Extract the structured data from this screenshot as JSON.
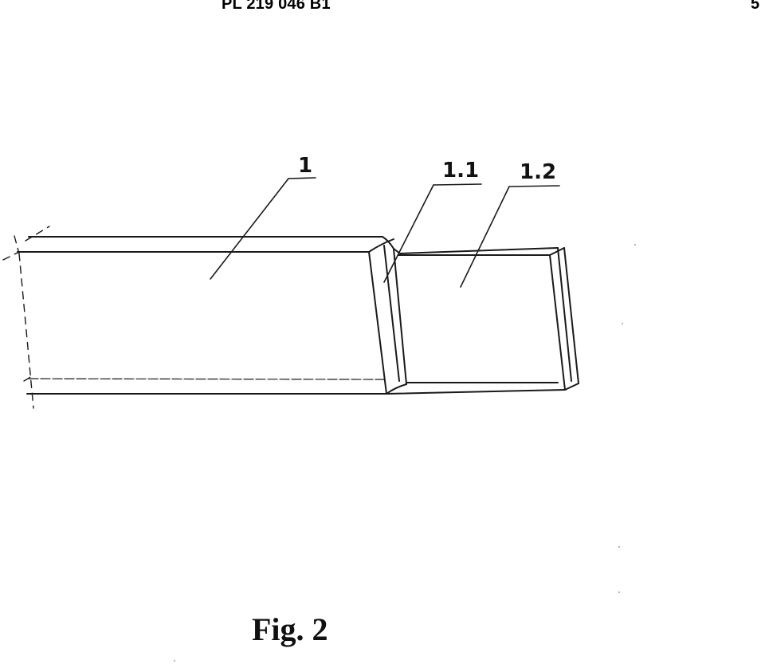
{
  "header": {
    "patent_number": "PL 219 046 B1",
    "page_number": "5"
  },
  "drawing": {
    "labels": {
      "part_1": "1",
      "part_1_1": "1.1",
      "part_1_2": "1.2"
    }
  },
  "caption": "Fig. 2"
}
